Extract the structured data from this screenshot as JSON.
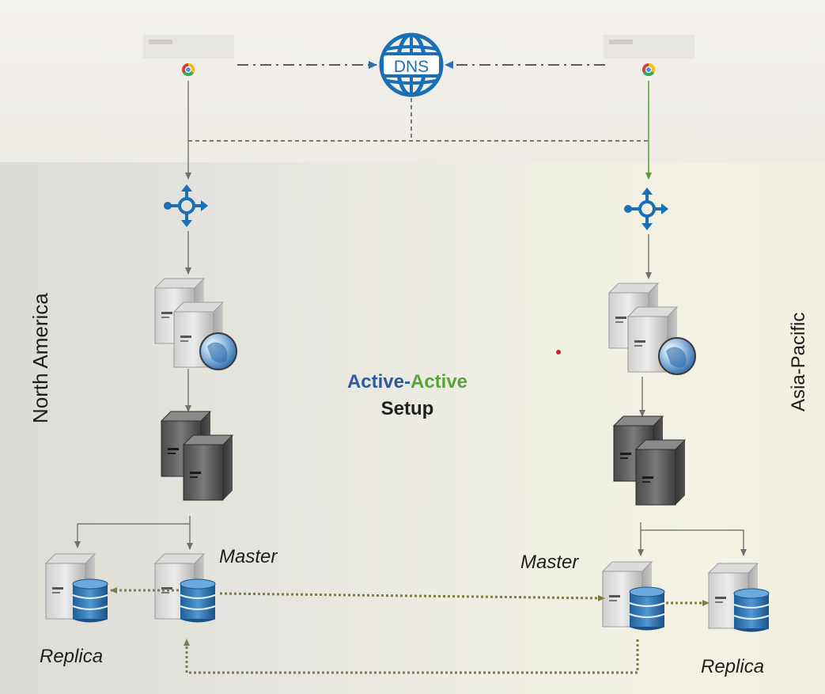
{
  "dns": {
    "label": "DNS"
  },
  "regions": {
    "left": "North America",
    "right": "Asia-Pacific"
  },
  "center": {
    "part1": "Active-",
    "part2": "Active",
    "line2": "Setup"
  },
  "labels": {
    "left_master": "Master",
    "right_master": "Master",
    "left_replica": "Replica",
    "right_replica": "Replica"
  },
  "colors": {
    "blue": "#2c5aa0",
    "green": "#58a33a",
    "icon_blue": "#1a6fb7",
    "arrow_gray": "#7a7a7a",
    "olive_link": "#8a8a48"
  },
  "icons": [
    "browser-icon",
    "dns-globe-icon",
    "load-balancer-icon",
    "web-server-icon",
    "app-server-icon",
    "database-server-icon"
  ]
}
